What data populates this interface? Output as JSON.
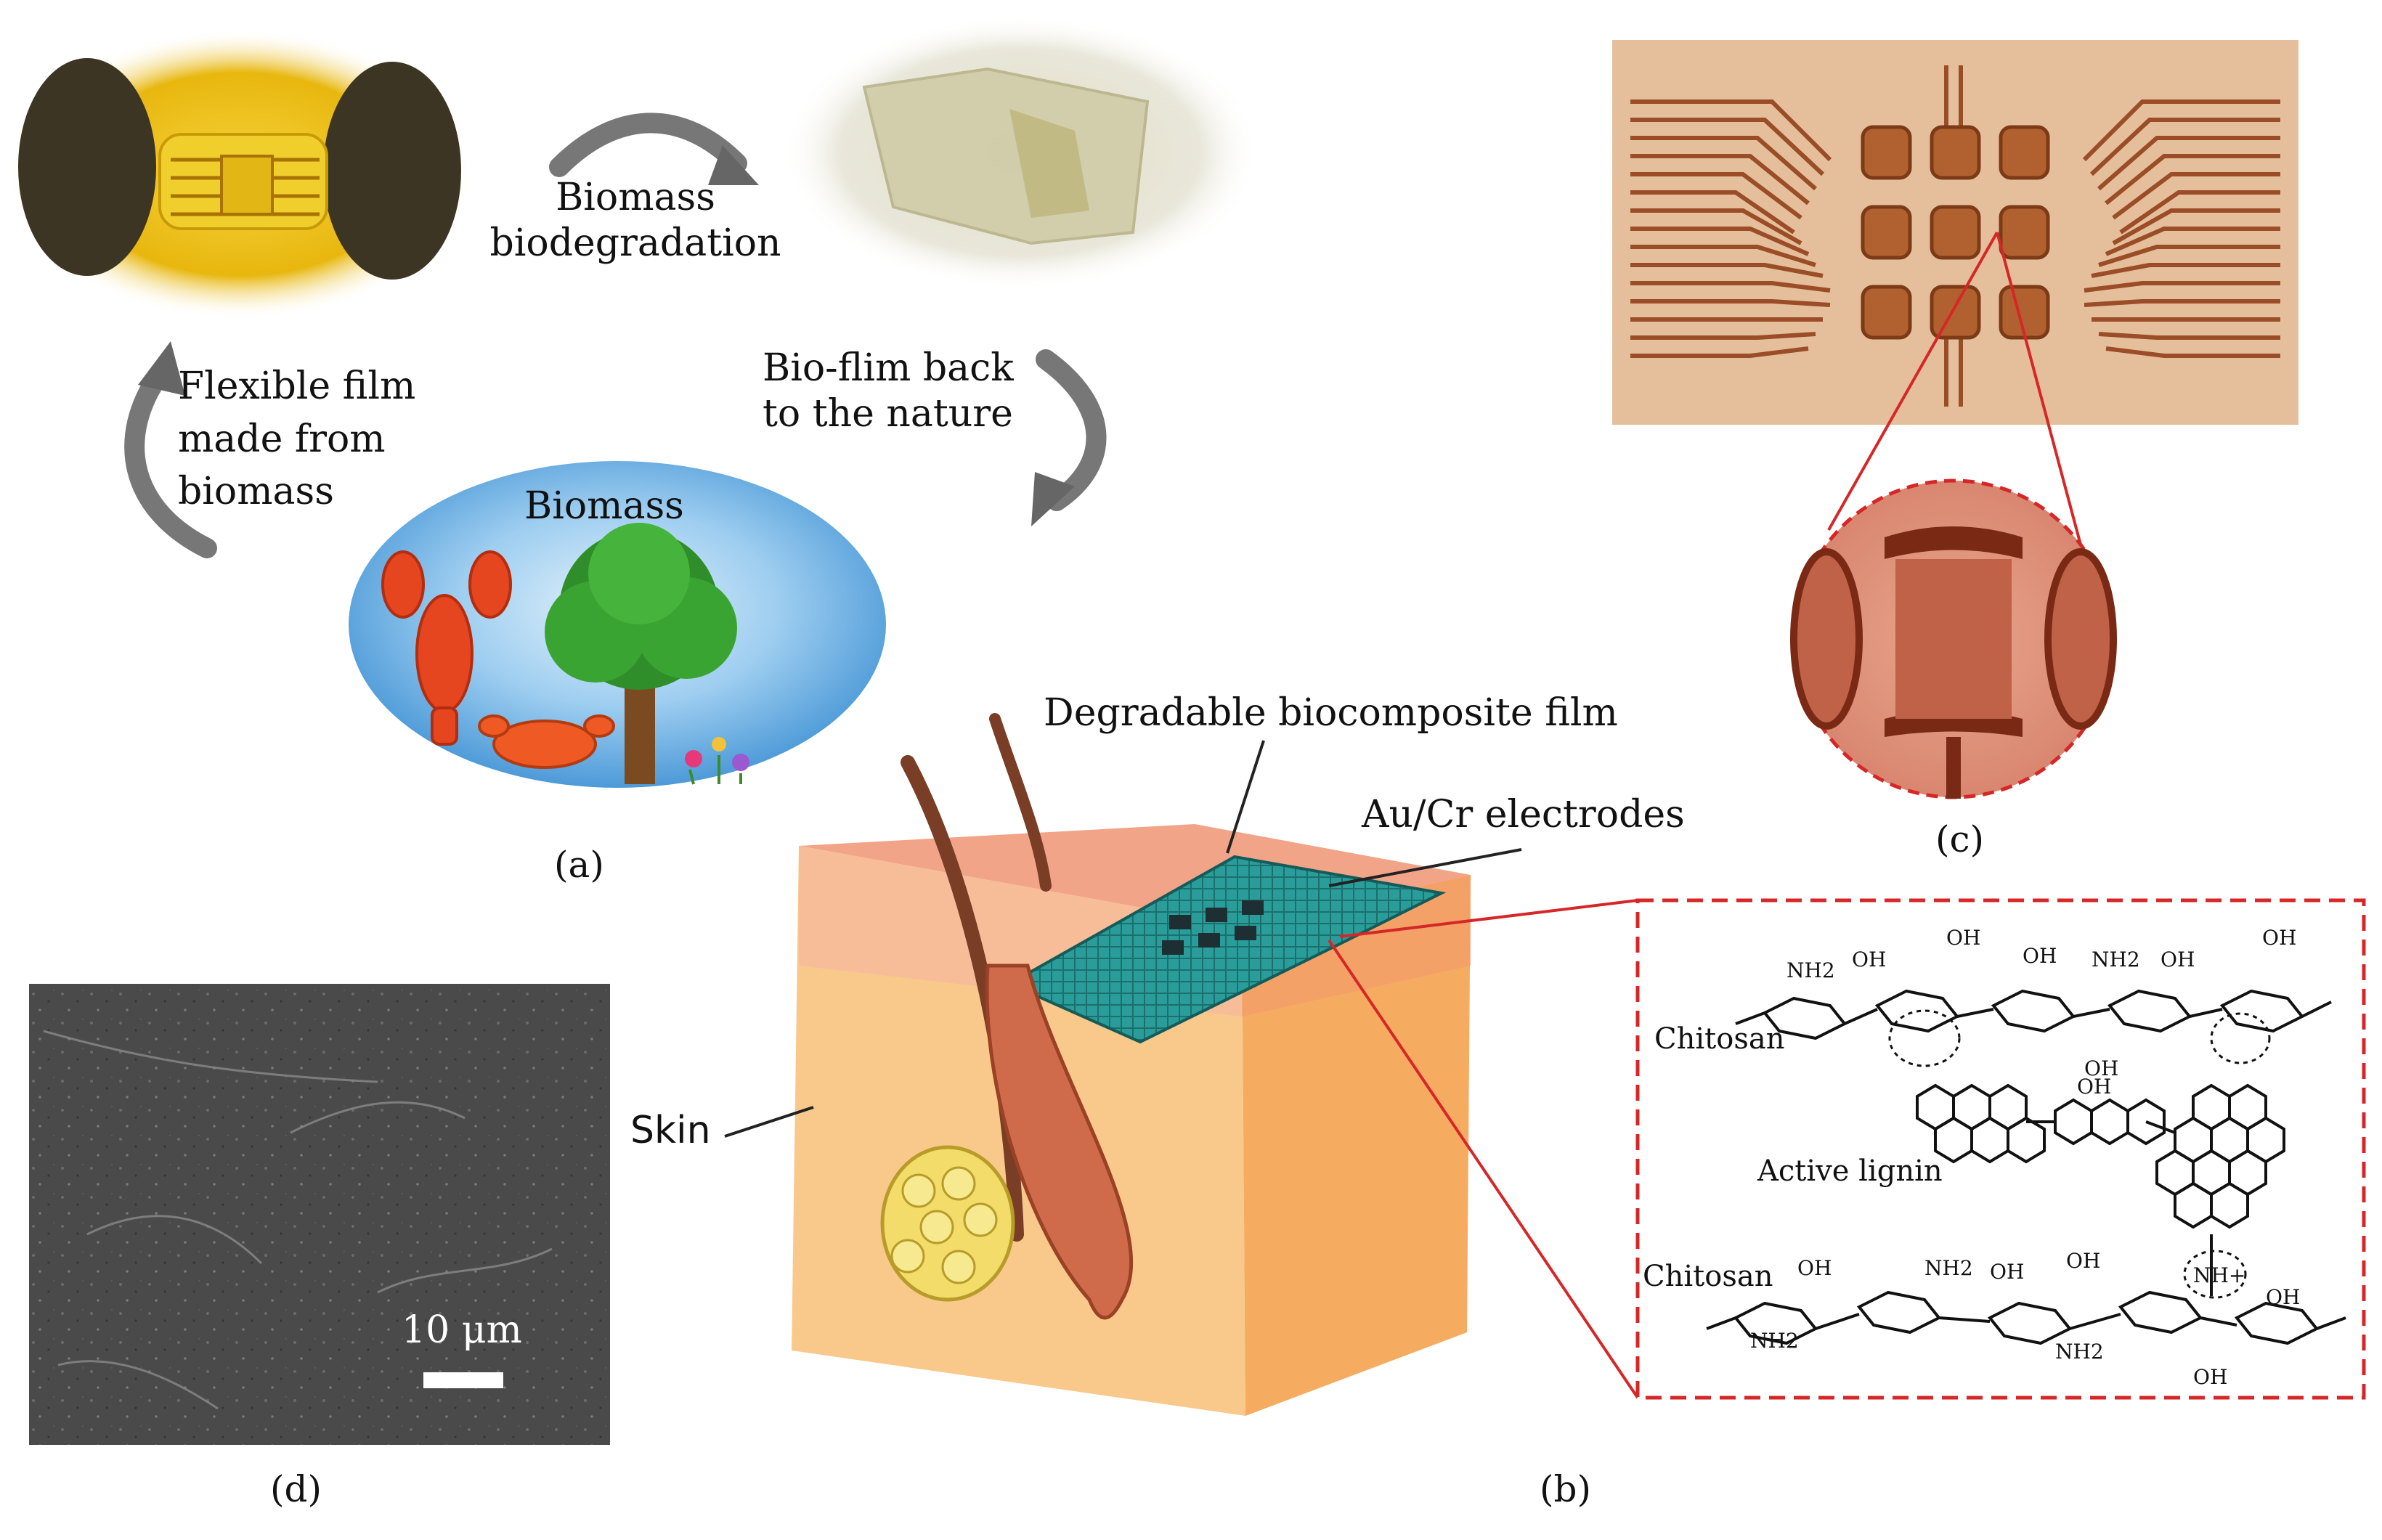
{
  "panel_a": {
    "label": "(a)",
    "step_biodegradation": [
      "Biomass",
      "biodegradation"
    ],
    "step_back_to_nature": [
      "Bio-flim back",
      "to the nature"
    ],
    "step_flexible_film": [
      "Flexible film",
      "made from",
      "biomass"
    ],
    "biomass_title": "Biomass"
  },
  "panel_b": {
    "label": "(b)",
    "film_label": "Degradable biocomposite film",
    "electrode_label": "Au/Cr electrodes",
    "skin_label": "Skin",
    "chem": {
      "chitosan_top": "Chitosan",
      "chitosan_bottom": "Chitosan",
      "lignin": "Active lignin",
      "oh": "OH",
      "nh2": "NH2",
      "nh_plus": "NH+"
    }
  },
  "panel_c": {
    "label": "(c)"
  },
  "panel_d": {
    "label": "(d)",
    "scale_bar": "10 μm"
  },
  "colors": {
    "red_dash": "#d62728",
    "film_teal": "#2a9d9a",
    "skin_top": "#f2a489",
    "skin_side": "#f7b66e",
    "skin_front": "#f9c98b",
    "sky": "#6bb4e6",
    "circuit_bg": "#e5bf9c",
    "trace": "#9a4d26"
  }
}
